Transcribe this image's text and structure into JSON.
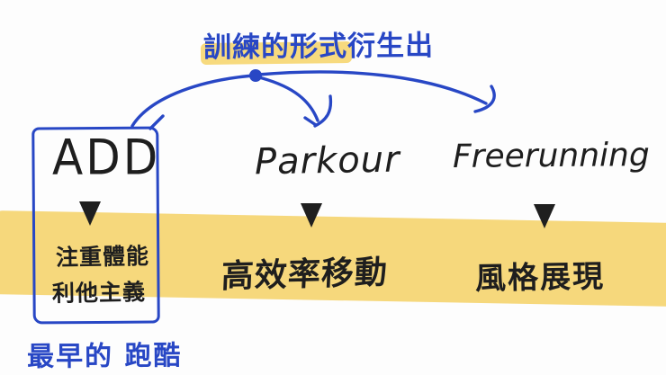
{
  "title": {
    "text": "訓練的形式衍生出"
  },
  "nodes": [
    {
      "label": "ADD",
      "desc_line1": "注重體能",
      "desc_line2": "利他主義"
    },
    {
      "label": "Parkour",
      "desc_line1": "高效率移動"
    },
    {
      "label": "Freerunning",
      "desc_line1": "風格展現"
    }
  ],
  "footnote": {
    "text": "最早的 跑酷"
  },
  "icons": {
    "down_triangle": "▼",
    "branch_dot": "●"
  },
  "colors": {
    "ink_blue": "#2847c5",
    "highlight_yellow": "#f6d87c",
    "ink_black": "#1e1e1e",
    "background": "#fdfdfd"
  }
}
